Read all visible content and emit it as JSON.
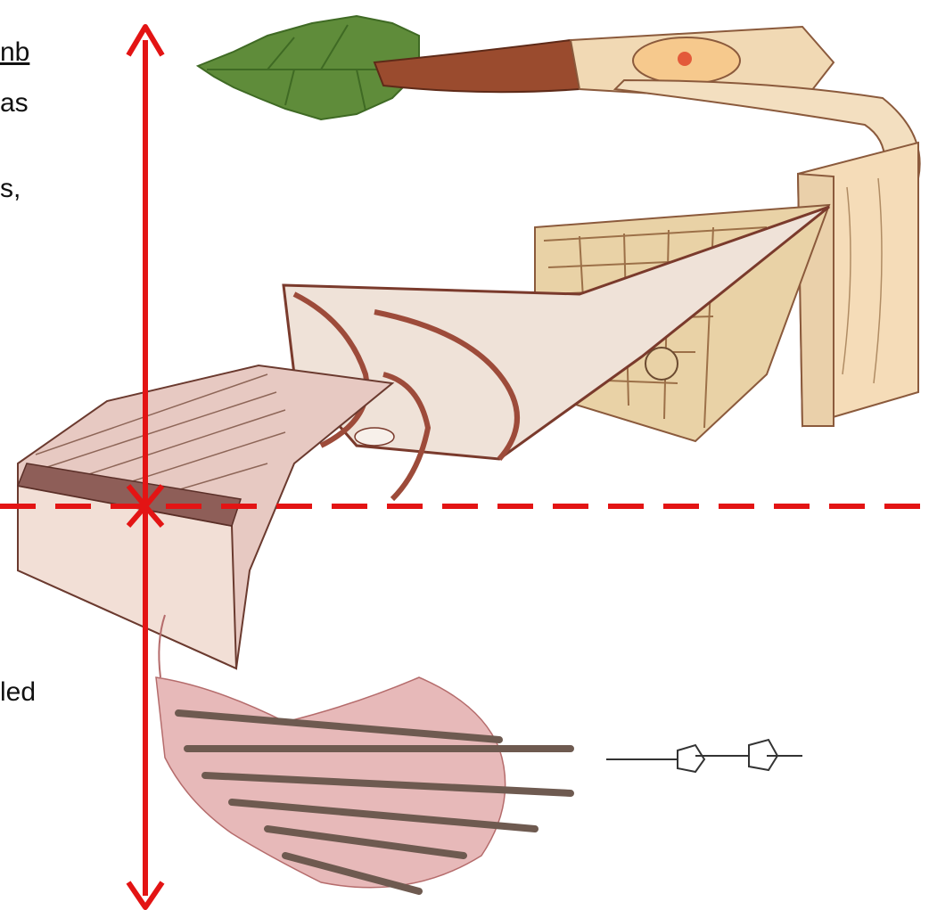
{
  "text_fragments": [
    "nb",
    "as",
    "s,",
    "led"
  ],
  "colors": {
    "scale_lines": "#e31414",
    "leaf": "#5f8c3a",
    "leaf_dark": "#3f6a24",
    "bark": "#9a4b2e",
    "wood": "#f1d9b4",
    "wood_edge": "#8b5a3c",
    "cell_wall": "#e8cdbb",
    "fibril": "#6e5a50",
    "matrix": "#d9a2a2"
  },
  "icons": [
    "up-arrowhead-icon",
    "down-arrowhead-icon"
  ]
}
